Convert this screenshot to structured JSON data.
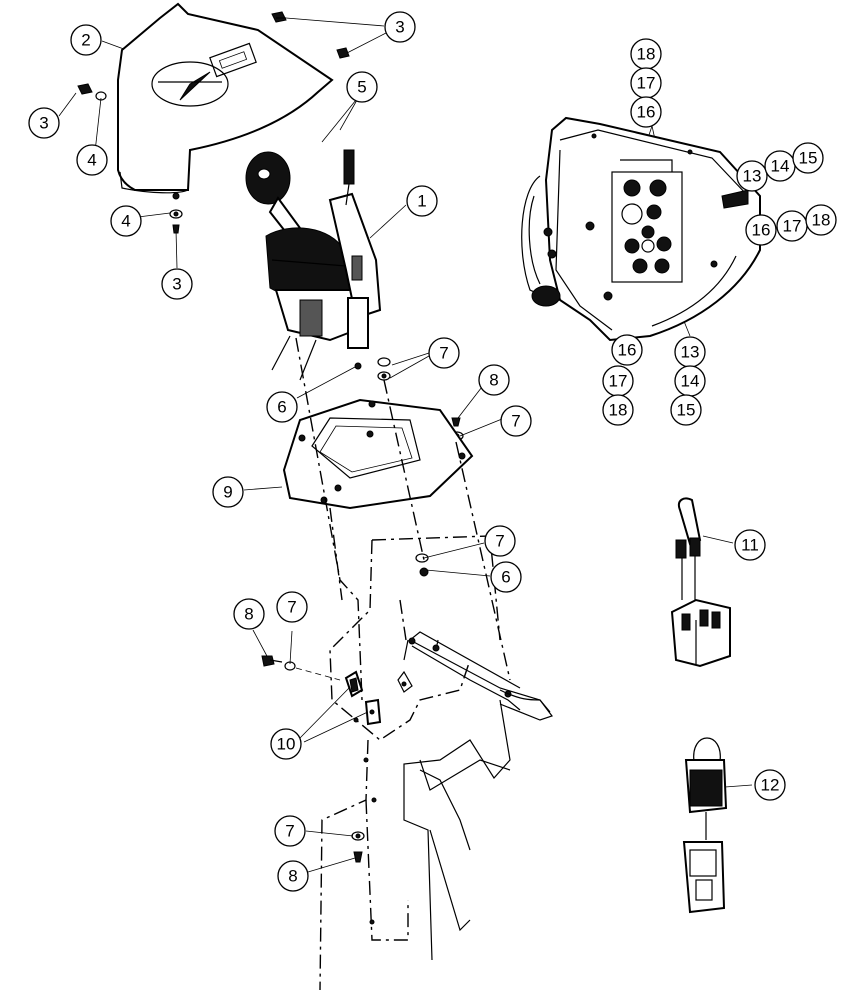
{
  "callouts": [
    {
      "id": "c2",
      "label": "2"
    },
    {
      "id": "c3a",
      "label": "3"
    },
    {
      "id": "c3b",
      "label": "3"
    },
    {
      "id": "c3c",
      "label": "3"
    },
    {
      "id": "c4a",
      "label": "4"
    },
    {
      "id": "c4b",
      "label": "4"
    },
    {
      "id": "c3d",
      "label": "3"
    },
    {
      "id": "c5",
      "label": "5"
    },
    {
      "id": "c1",
      "label": "1"
    },
    {
      "id": "c7a",
      "label": "7"
    },
    {
      "id": "c6a",
      "label": "6"
    },
    {
      "id": "c8a",
      "label": "8"
    },
    {
      "id": "c7b",
      "label": "7"
    },
    {
      "id": "c9",
      "label": "9"
    },
    {
      "id": "c7c",
      "label": "7"
    },
    {
      "id": "c6b",
      "label": "6"
    },
    {
      "id": "c8b",
      "label": "8"
    },
    {
      "id": "c7d",
      "label": "7"
    },
    {
      "id": "c10",
      "label": "10"
    },
    {
      "id": "c7e",
      "label": "7"
    },
    {
      "id": "c8c",
      "label": "8"
    },
    {
      "id": "c18a",
      "label": "18"
    },
    {
      "id": "c17a",
      "label": "17"
    },
    {
      "id": "c16a",
      "label": "16"
    },
    {
      "id": "c13a",
      "label": "13"
    },
    {
      "id": "c14a",
      "label": "14"
    },
    {
      "id": "c15a",
      "label": "15"
    },
    {
      "id": "c16b",
      "label": "16"
    },
    {
      "id": "c17b",
      "label": "17"
    },
    {
      "id": "c18b",
      "label": "18"
    },
    {
      "id": "c16c",
      "label": "16"
    },
    {
      "id": "c17c",
      "label": "17"
    },
    {
      "id": "c18c",
      "label": "18"
    },
    {
      "id": "c13b",
      "label": "13"
    },
    {
      "id": "c14b",
      "label": "14"
    },
    {
      "id": "c15b",
      "label": "15"
    },
    {
      "id": "c11",
      "label": "11"
    },
    {
      "id": "c12",
      "label": "12"
    }
  ]
}
